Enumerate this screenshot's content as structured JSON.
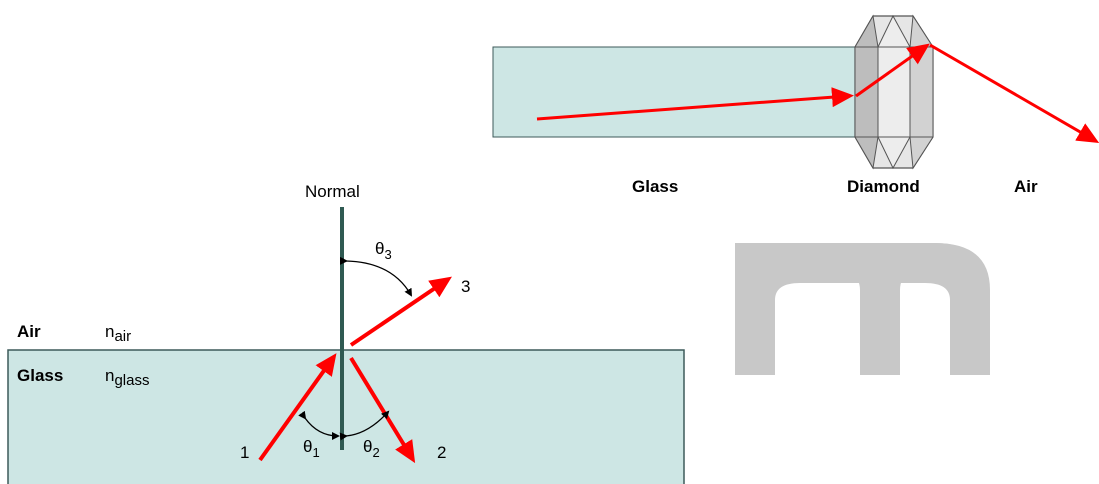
{
  "colors": {
    "glass_fill": "#cde6e4",
    "glass_stroke": "#3d5a5a",
    "ray": "#ff0000",
    "normal_line": "#2f5a52",
    "diamond_fill_dark": "#c0c0c0",
    "diamond_fill_light": "#e6e6e6",
    "diamond_stroke": "#555555",
    "watermark": "#c8c8c8"
  },
  "top_diagram": {
    "label_glass": "Glass",
    "label_diamond": "Diamond",
    "label_air": "Air"
  },
  "bottom_diagram": {
    "label_normal": "Normal",
    "label_air": "Air",
    "label_n_air": "n",
    "label_n_air_sub": "air",
    "label_glass": "Glass",
    "label_n_glass": "n",
    "label_n_glass_sub": "glass",
    "theta_symbol": "θ",
    "theta1_sub": "1",
    "theta2_sub": "2",
    "theta3_sub": "3",
    "ray1_label": "1",
    "ray2_label": "2",
    "ray3_label": "3"
  }
}
